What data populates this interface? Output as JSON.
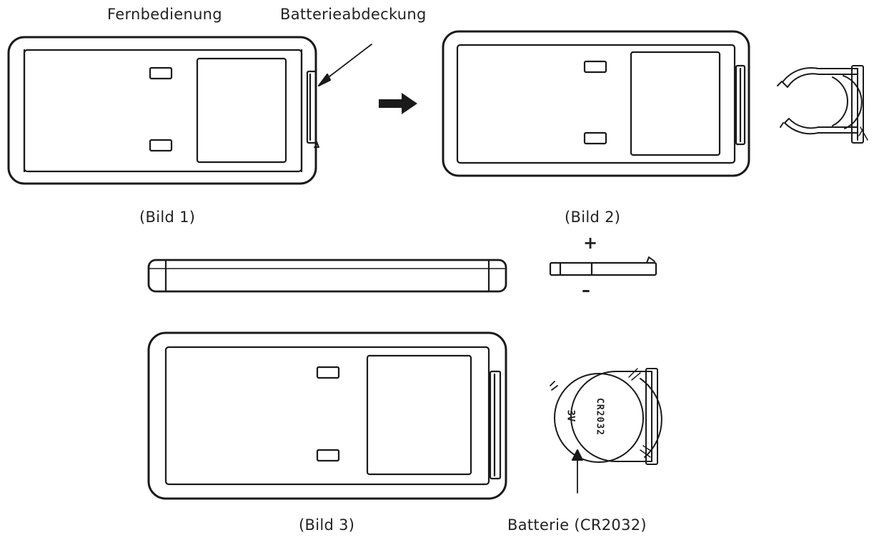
{
  "labels": {
    "remote": "Fernbedienung",
    "battery_cover": "Batterieabdeckung",
    "fig1": "(Bild 1)",
    "fig2": "(Bild 2)",
    "fig3": "(Bild 3)",
    "battery": "Batterie (CR2032)"
  },
  "polarity": {
    "plus": "+",
    "minus": "–"
  },
  "battery_imprint": {
    "model": "CR2032",
    "voltage": "3V"
  },
  "colors": {
    "line": "#1a1a1a",
    "background": "#ffffff"
  }
}
